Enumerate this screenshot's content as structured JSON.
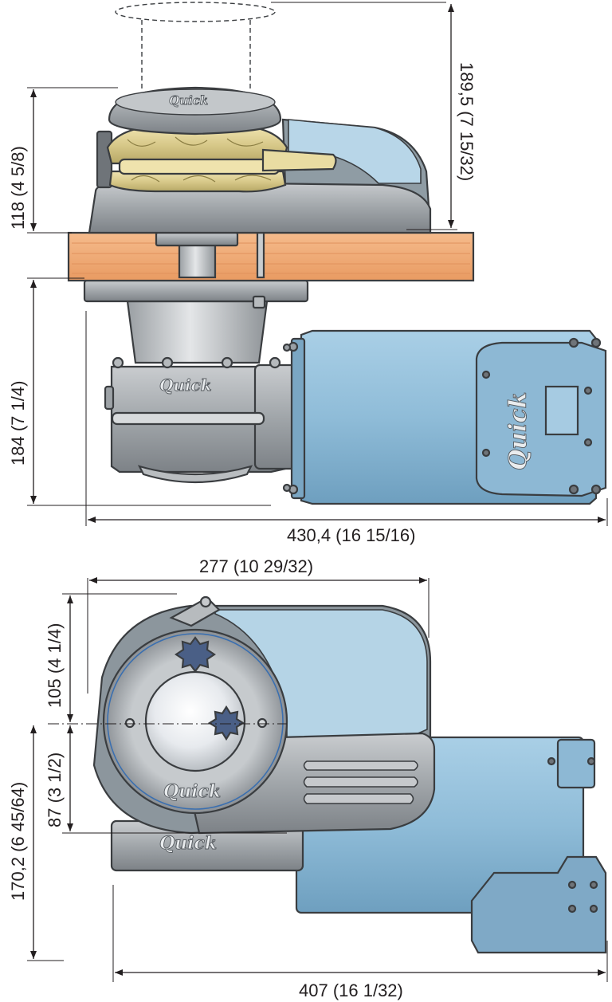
{
  "dimensions": {
    "side_view": {
      "gypsy_height": "118 (4 5/8)",
      "total_above_deck": "189,5 (7 15/32)",
      "below_deck": "184 (7 1/4)",
      "total_length": "430,4 (16 15/16)"
    },
    "top_view": {
      "top_width": "277 (10 29/32)",
      "front_to_axis": "105 (4 1/4)",
      "axis_to_back": "87 (3 1/2)",
      "total_depth": "170,2 (6 45/64)",
      "total_length": "407 (16 1/32)"
    }
  },
  "branding": {
    "logo_text": "Quick"
  },
  "colors": {
    "motor_blue": "#8fbcd8",
    "housing_grey": "#9da2a6",
    "gypsy_gold": "#e0d49a",
    "deck_wood": "#f0ac78",
    "outline": "#3a3d40"
  }
}
